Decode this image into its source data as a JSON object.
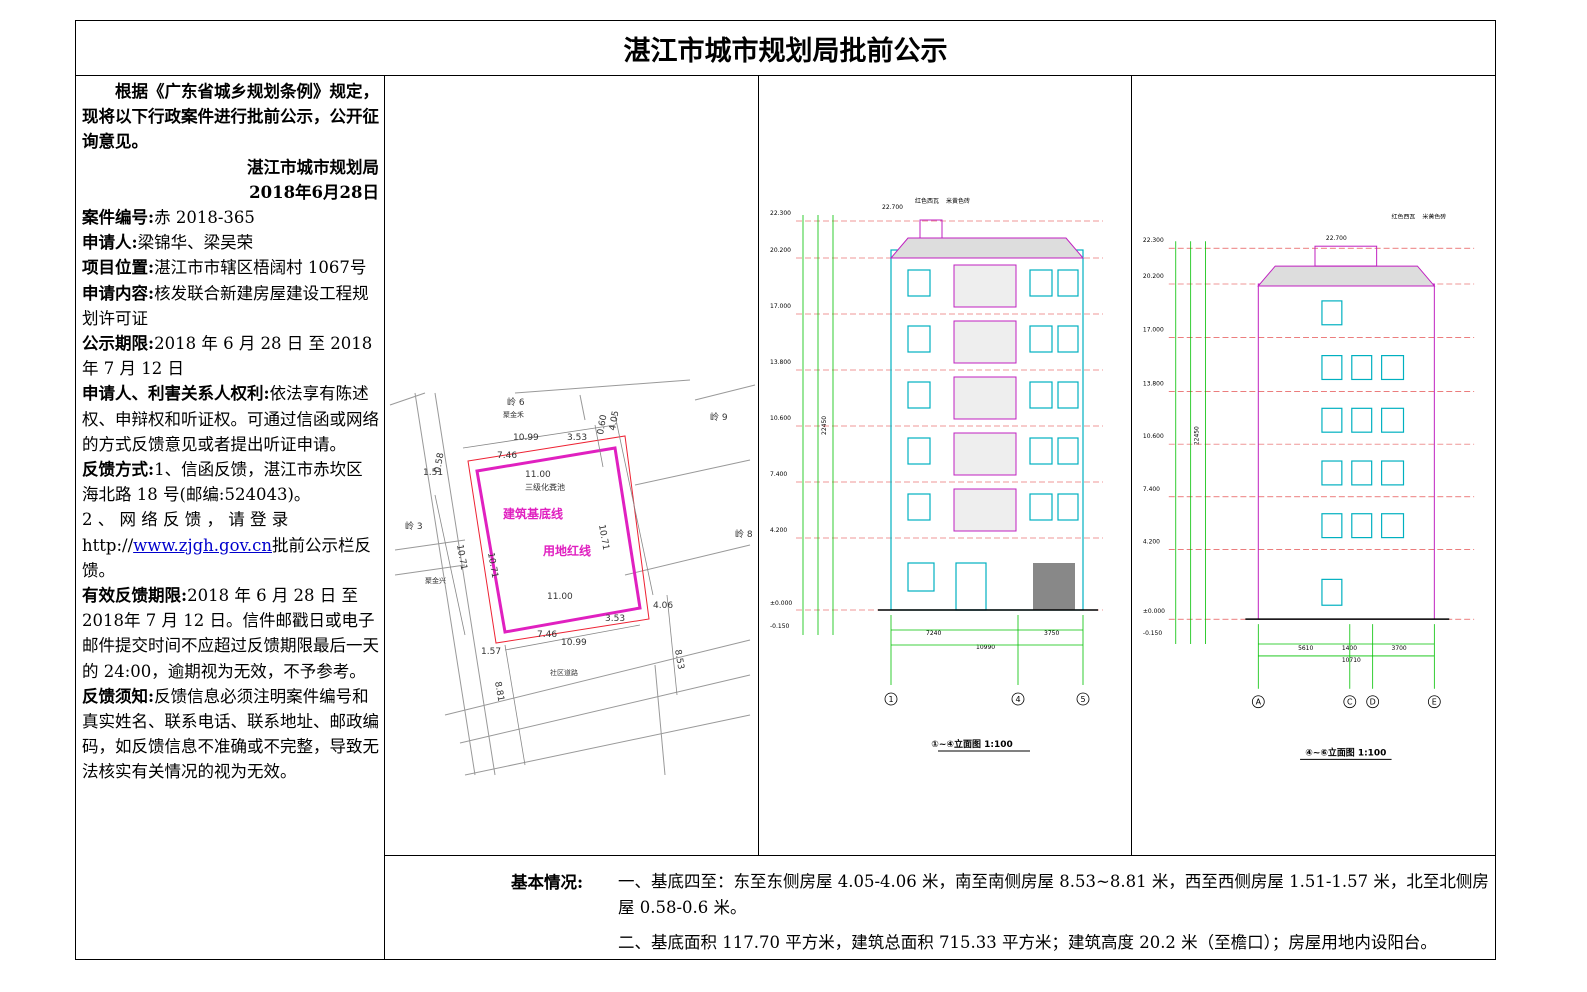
{
  "title": "湛江市城市规划局批前公示",
  "intro": {
    "text": "根据《广东省城乡规划条例》规定，现将以下行政案件进行批前公示，公开征询意见。",
    "org": "湛江市城市规划局",
    "date": "2018年6月28日"
  },
  "fields": {
    "case_no_label": "案件编号:",
    "case_no": "赤 2018-365",
    "applicant_label": "申请人:",
    "applicant": "梁锦华、梁吴荣",
    "location_label": "项目位置:",
    "location": "湛江市市辖区梧阔村 1067号",
    "content_label": "申请内容:",
    "content": "核发联合新建房屋建设工程规划许可证",
    "period_label": "公示期限:",
    "period": "2018 年 6 月 28 日  至  2018年 7 月 12 日",
    "rights_label": "申请人、利害关系人权利:",
    "rights": "依法享有陈述权、申辩权和听证权。可通过信函或网络的方式反馈意见或者提出听证申请。",
    "feedback_label": "反馈方式:",
    "feedback_1": "1、信函反馈，湛江市赤坎区海北路 18 号(邮编:524043)。",
    "feedback_2_pre": "2 、 网 络 反 馈 ， 请 登 录 http://",
    "feedback_link": "www.zjgh.gov.cn",
    "feedback_2_post": "批前公示栏反馈。",
    "valid_label": "有效反馈期限:",
    "valid": "2018 年 6 月 28 日 至 2018年 7 月 12 日。信件邮戳日或电子邮件提交时间不应超过反馈期限最后一天的 24:00，逾期视为无效，不予参考。",
    "notice_label": "反馈须知:",
    "notice": "反馈信息必须注明案件编号和真实姓名、联系电话、联系地址、邮政编码，如反馈信息不准确或不完整，导致无法核实有关情况的视为无效。"
  },
  "site_plan": {
    "building_line": "建筑基底线",
    "red_line": "用地红线",
    "septic": "三级化粪池",
    "lot_e": "岭 8",
    "lot_n": "岭 6",
    "lot_ne": "岭 9",
    "lot_w": "岭 3",
    "road_n": "聚金禾",
    "road_s": "社区道路",
    "road_w": "聚金兴",
    "dims": [
      "10.99",
      "3.53",
      "0.60",
      "4.05",
      "7.46",
      "11.00",
      "1.51",
      "0.58",
      "10.71",
      "10.71",
      "10.71",
      "11.00",
      "7.46",
      "3.53",
      "10.99",
      "1.57",
      "4.06",
      "8.53",
      "8.81"
    ]
  },
  "elev1": {
    "caption": "①~④立面图 1:100",
    "levels": [
      "22.300",
      "20.200",
      "17.000",
      "13.800",
      "10.600",
      "7.400",
      "4.200",
      "±0.000",
      "-0.150"
    ],
    "top_level": "22.700",
    "roof_notes": [
      "红色西瓦",
      "米黄色砖"
    ],
    "total_height": "22450",
    "dims_bottom": [
      "7240",
      "3750",
      "10990"
    ],
    "axes": [
      "1",
      "4",
      "5"
    ]
  },
  "elev2": {
    "caption": "④~⑥立面图 1:100",
    "levels": [
      "22.300",
      "20.200",
      "17.000",
      "13.800",
      "10.600",
      "7.400",
      "4.200",
      "±0.000",
      "-0.150"
    ],
    "top_level": "22.700",
    "roof_notes": [
      "红色西瓦",
      "米黄色砖"
    ],
    "total_height": "22450",
    "dims_bottom": [
      "5610",
      "1400",
      "3700",
      "10710"
    ],
    "axes": [
      "A",
      "C",
      "D",
      "E"
    ]
  },
  "basic": {
    "label": "基本情况:",
    "line1": "一、基底四至：东至东侧房屋 4.05-4.06 米，南至南侧房屋 8.53~8.81 米，西至西侧房屋 1.51-1.57 米，北至北侧房屋 0.58-0.6 米。",
    "line2": "二、基底面积 117.70 平方米，建筑总面积 715.33 平方米；建筑高度 20.2 米（至檐口）；房屋用地内设阳台。"
  }
}
